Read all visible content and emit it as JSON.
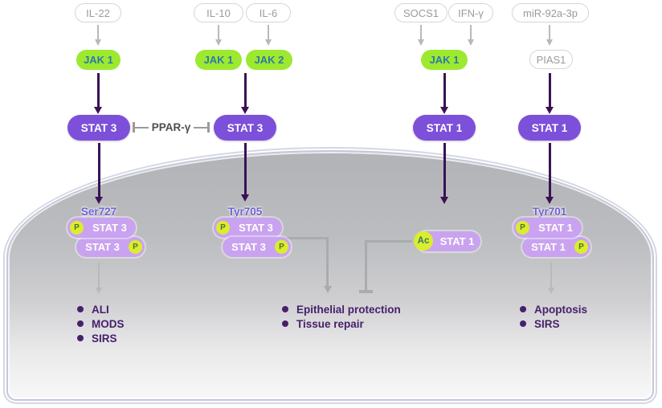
{
  "figure": {
    "type": "signaling-pathway-diagram",
    "subject": "JAK-STAT signaling in a cell"
  },
  "colors": {
    "background": "#ffffff",
    "ligand_border": "#d6d6d6",
    "ligand_text": "#9b9b9b",
    "jak_fill": "#9ce930",
    "jak_text": "#2f79a9",
    "stat_fill": "#7d50da",
    "stat_text": "#ffffff",
    "dimer_fill": "#c9a3ef",
    "badge_fill": "#dcec2e",
    "badge_p_text": "#49762c",
    "badge_ac_text": "#2e7d68",
    "dark_arrow": "#3a1253",
    "gray_arrow": "#b9b9b9",
    "elbow_line": "#a9abac",
    "inhibitor_line": "#9b9b9b",
    "residue_text": "#6f61d2",
    "outcome_text": "#47206b",
    "cell_fill_top": "#b2b3b7",
    "cell_fill_bottom": "#f8f8f9",
    "membrane_line": "#d4d7e3"
  },
  "badges": {
    "p": "P",
    "ac": "Ac"
  },
  "inhibitor": {
    "label": "PPAR-γ"
  },
  "pathways": {
    "il22": {
      "ligand": "IL-22",
      "jak": "JAK 1",
      "stat": "STAT 3",
      "residue": "Ser727",
      "dimer_top": "STAT 3",
      "dimer_bottom": "STAT 3",
      "outcomes": [
        "ALI",
        "MODS",
        "SIRS"
      ]
    },
    "il10_il6": {
      "ligand_1": "IL-10",
      "ligand_2": "IL-6",
      "jak_1": "JAK 1",
      "jak_2": "JAK 2",
      "stat": "STAT 3",
      "residue": "Tyr705",
      "dimer_top": "STAT 3",
      "dimer_bottom": "STAT 3",
      "outcomes": [
        "Epithelial protection",
        "Tissue repair"
      ]
    },
    "ifng": {
      "ligand_1": "SOCS1",
      "ligand_2": "IFN-γ",
      "jak": "JAK 1",
      "stat": "STAT 1",
      "acetylated": "STAT 1"
    },
    "mir92a": {
      "ligand": "miR-92a-3p",
      "mediator": "PIAS1",
      "stat": "STAT 1",
      "residue": "Tyr701",
      "dimer_top": "STAT 1",
      "dimer_bottom": "STAT 1",
      "outcomes": [
        "Apoptosis",
        "SIRS"
      ]
    }
  }
}
